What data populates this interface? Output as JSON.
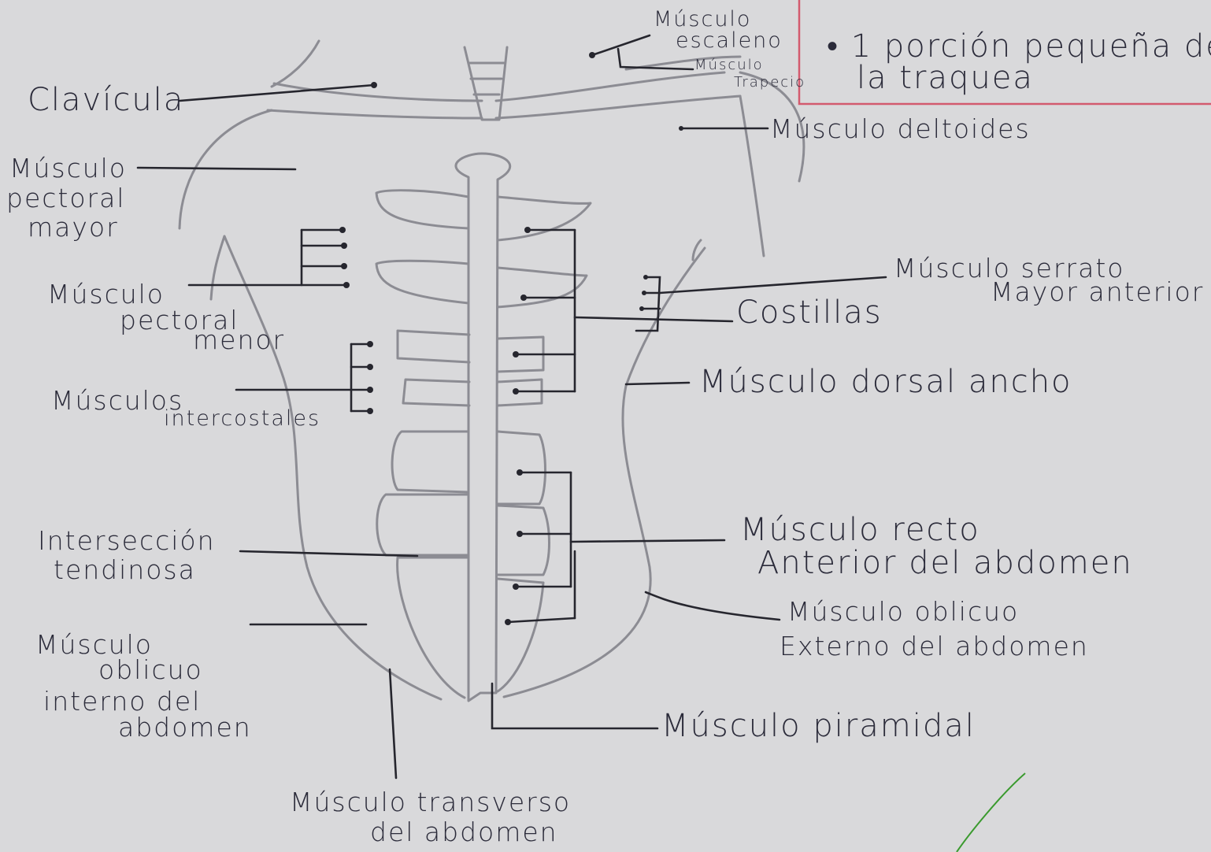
{
  "labels": {
    "clavicula": "Clavícula",
    "pectoral_mayor": [
      "Músculo",
      "pectoral",
      "mayor"
    ],
    "pectoral_menor": [
      "Músculo",
      "pectoral",
      "menor"
    ],
    "intercostales": [
      "Músculos",
      "intercostales"
    ],
    "interseccion": [
      "Intersección",
      "tendinosa"
    ],
    "oblicuo_interno": [
      "Músculo",
      "oblicuo",
      "interno del",
      "abdomen"
    ],
    "transverso": [
      "Músculo transverso",
      "del abdomen"
    ],
    "escaleno": [
      "Músculo",
      "escaleno"
    ],
    "trapecio": [
      "Músculo",
      "Trapecio"
    ],
    "deltoides": "Músculo deltoides",
    "serrato": [
      "Músculo serrato",
      "Mayor anterior"
    ],
    "costillas": "Costillas",
    "dorsal": "Músculo dorsal ancho",
    "recto": [
      "Músculo recto",
      "Anterior del abdomen"
    ],
    "oblicuo_externo": [
      "Músculo oblicuo",
      "Externo del abdomen"
    ],
    "piramidal": "Músculo piramidal"
  },
  "note": {
    "line1": "• 1 porción pequeña de",
    "line2": "la traquea"
  },
  "colors": {
    "paper": "#d9d9db",
    "ink": "#26262e",
    "pencil": "#8c8c93",
    "note_border": "#d35a6e",
    "check_mark": "#3a9a2e"
  }
}
